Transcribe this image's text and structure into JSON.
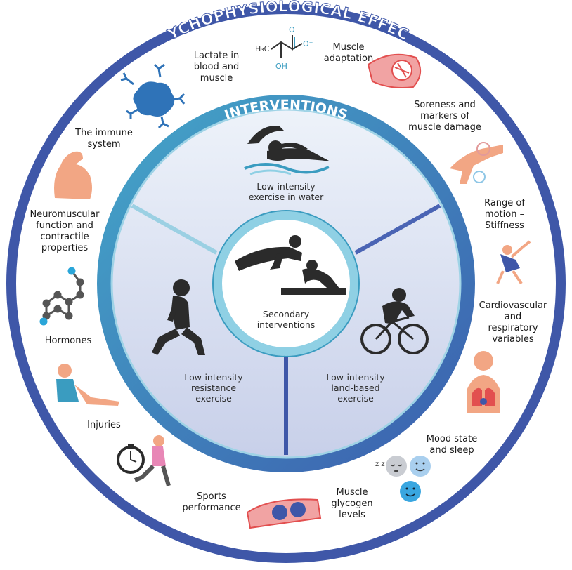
{
  "outer_title": "PSYCHOPHYSIOLOGICAL EFFECTS",
  "inner_title": "INTERVENTIONS",
  "effects": {
    "lactate": "Lactate in\nblood and\nmuscle",
    "muscle_adaptation": "Muscle\nadaptation",
    "soreness": "Soreness and\nmarkers of\nmuscle damage",
    "range_of_motion": "Range of\nmotion –\nStiffness",
    "cardio": "Cardiovascular\nand\nrespiratory\nvariables",
    "mood": "Mood state\nand sleep",
    "glycogen": "Muscle\nglycogen\nlevels",
    "sports": "Sports\nperformance",
    "injuries": "Injuries",
    "hormones": "Hormones",
    "neuromuscular": "Neuromuscular\nfunction and\ncontractile\nproperties",
    "immune": "The immune\nsystem"
  },
  "interventions": {
    "water": "Low-intensity\nexercise in water",
    "resistance": "Low-intensity\nresistance\nexercise",
    "land": "Low-intensity\nland-based\nexercise",
    "secondary": "Secondary\ninterventions"
  },
  "chem": {
    "h3c": "H₃C",
    "o_minus": "O⁻",
    "o": "O",
    "oh": "OH"
  },
  "sleep_z": "z z",
  "colors": {
    "outer_ring": "#3f57a8",
    "inner_ring": "#3a9cc0",
    "segment_fill": "#dde3f3",
    "center_ring": "#8fd0e4",
    "skin": "#f2a684",
    "immune": "#2f73b8",
    "muscle": "#e24f4f",
    "sleep_face": "#c9ccd2",
    "smile_face": "#39a6e0"
  }
}
